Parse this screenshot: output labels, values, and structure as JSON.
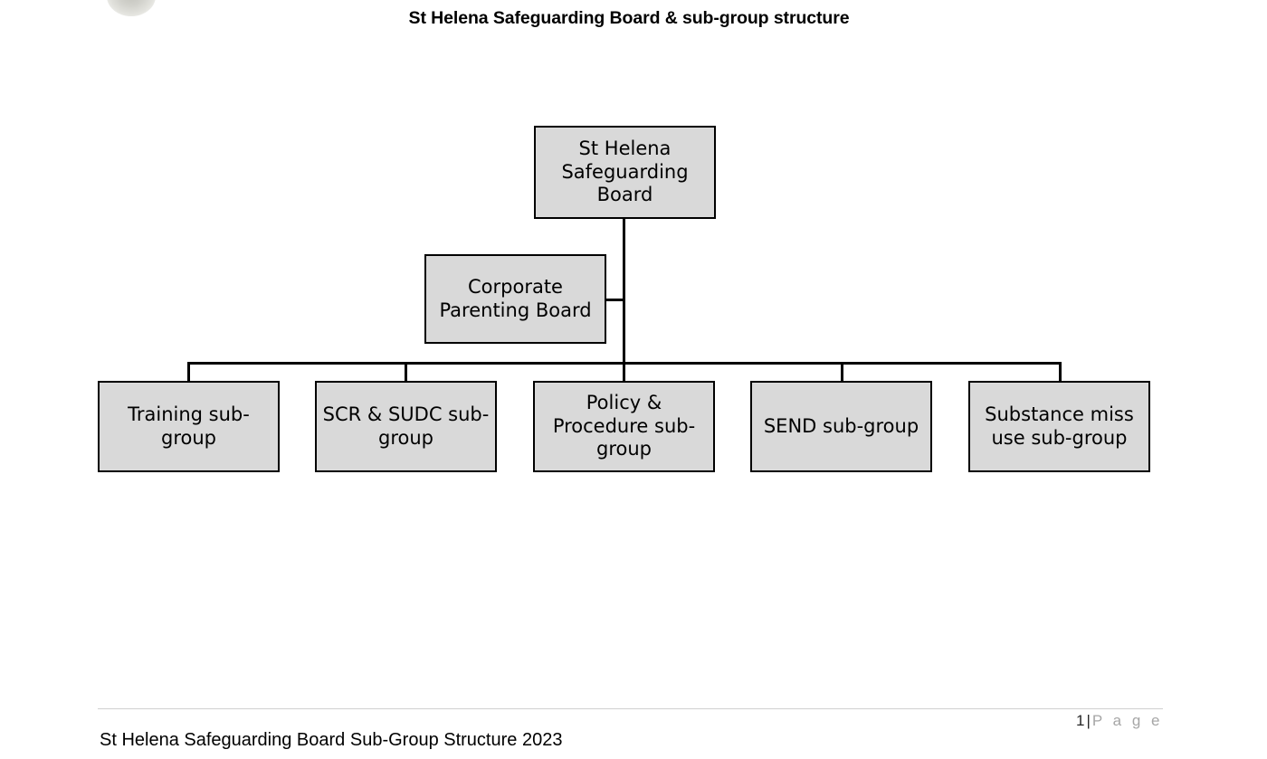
{
  "document": {
    "title": "St Helena Safeguarding Board & sub-group structure",
    "logo_icon": "circular-seal-logo"
  },
  "chart_data": {
    "type": "diagram",
    "diagram_type": "organizational-chart",
    "title": "St Helena Safeguarding Board & sub-group structure",
    "nodes": [
      {
        "id": "board",
        "label": "St Helena Safeguarding Board",
        "level": 0,
        "fill": "#d9d9d9",
        "stroke": "#000000"
      },
      {
        "id": "corporate-parenting",
        "label": "Corporate Parenting Board",
        "level": 1,
        "fill": "#d9d9d9",
        "stroke": "#000000"
      },
      {
        "id": "training",
        "label": "Training sub-group",
        "level": 2,
        "fill": "#d9d9d9",
        "stroke": "#000000"
      },
      {
        "id": "scr-sudc",
        "label": "SCR & SUDC sub-group",
        "level": 2,
        "fill": "#d9d9d9",
        "stroke": "#000000"
      },
      {
        "id": "policy-procedure",
        "label": "Policy & Procedure sub-group",
        "level": 2,
        "fill": "#d9d9d9",
        "stroke": "#000000"
      },
      {
        "id": "send",
        "label": "SEND sub-group",
        "level": 2,
        "fill": "#d9d9d9",
        "stroke": "#000000"
      },
      {
        "id": "substance-misuse",
        "label": "Substance miss use sub-group",
        "level": 2,
        "fill": "#d9d9d9",
        "stroke": "#000000"
      }
    ],
    "edges": [
      {
        "from": "board",
        "to": "corporate-parenting"
      },
      {
        "from": "board",
        "to": "training"
      },
      {
        "from": "board",
        "to": "scr-sudc"
      },
      {
        "from": "board",
        "to": "policy-procedure"
      },
      {
        "from": "board",
        "to": "send"
      },
      {
        "from": "board",
        "to": "substance-misuse"
      }
    ]
  },
  "footer": {
    "text": "St Helena Safeguarding Board Sub-Group Structure 2023",
    "page_number": "1",
    "page_separator": "|",
    "page_word": "P a g e"
  }
}
